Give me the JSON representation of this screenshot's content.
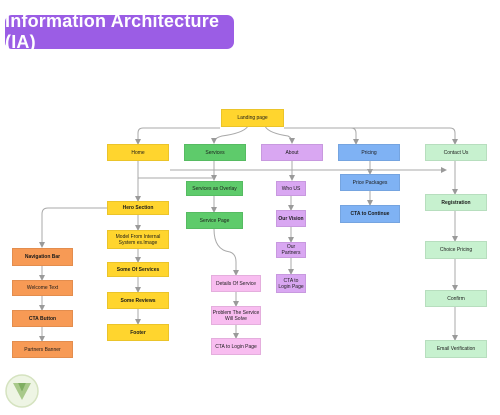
{
  "title": "Information Architecture (IA)",
  "colors": {
    "banner": "#9b5de5",
    "yellow": "#ffd52e",
    "green": "#5ecb6b",
    "violet": "#d9a7f2",
    "blue": "#7fb2f4",
    "mint": "#c7f1cf",
    "orange": "#f79a55",
    "pink": "#f8bdf0",
    "connector": "#a9a9a9"
  },
  "logo_icon": "v-shield-logo",
  "nodes": {
    "landing": "Landing page",
    "home": "Home",
    "services": "Services",
    "about": "About",
    "pricing": "Pricing",
    "contact": "Contact Us",
    "hero": "Hero Section",
    "model": "Model From Internal System es.Image",
    "some_services": "Some Of Services",
    "some_reviews": "Some Reviews",
    "footer": "Footer",
    "nav_bar": "Navigation Bar",
    "welcome": "Welcome Text",
    "cta_button": "CTA Button",
    "partners_banner": "Partners Banner",
    "services_overlay": "Services as Overlay",
    "service_page": "Service Page",
    "details_service": "Details Of Service",
    "problem_service": "Problem The Service Will Solve",
    "cta_login_services": "CTA to Login Page",
    "who_us": "Who US",
    "our_vision": "Our Vision",
    "our_partners": "Our Partners",
    "cta_login_about": "CTA to Login Page",
    "price_packages": "Price Packages",
    "cta_continue": "CTA to Continue",
    "registration": "Registration",
    "choice_pricing": "Choice Pricing",
    "confirm": "Confirm",
    "email_verification": "Email Verification"
  }
}
